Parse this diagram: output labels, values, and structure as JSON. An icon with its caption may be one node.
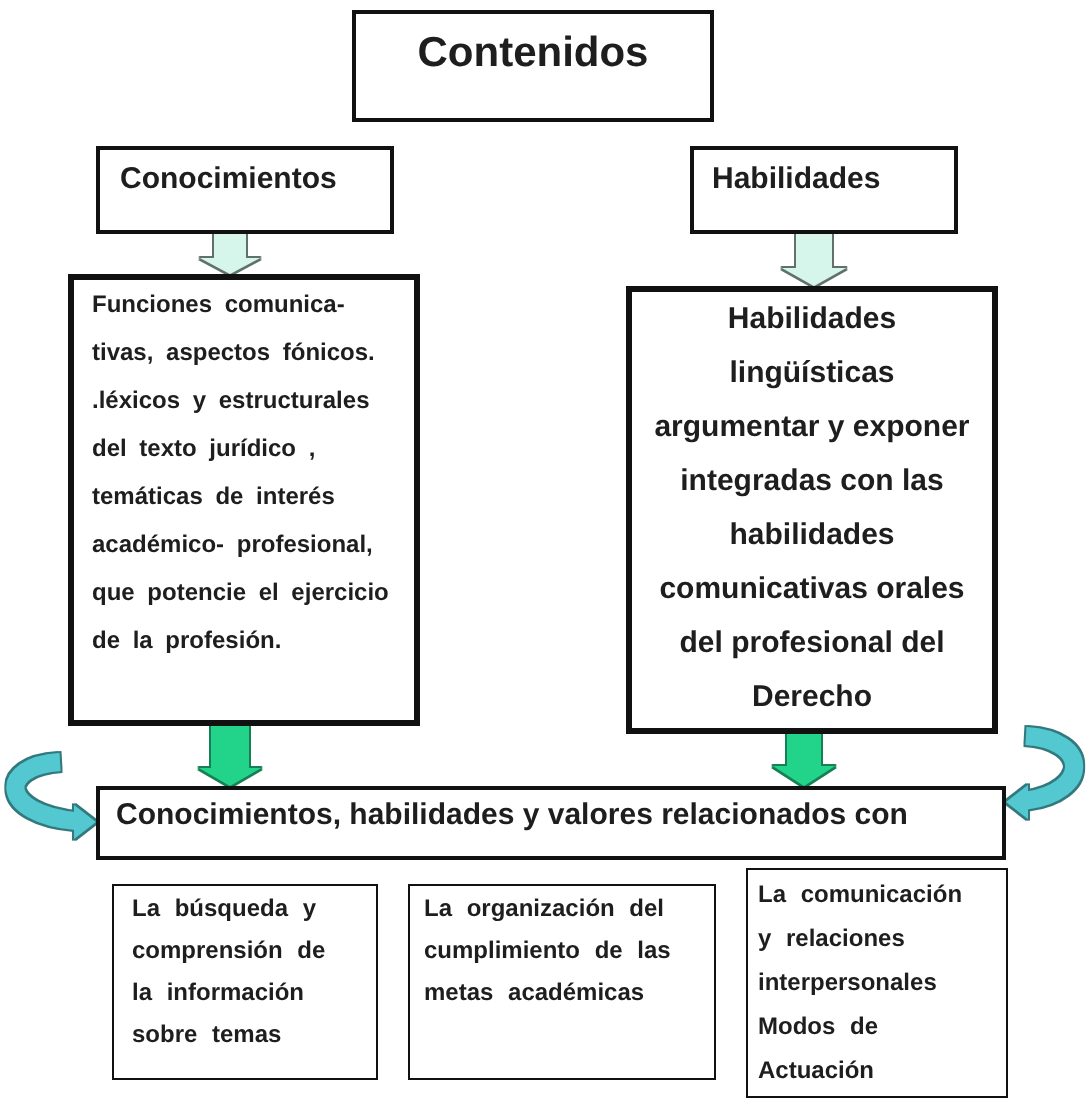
{
  "diagram": {
    "nodes": [
      {
        "text": [
          "Contenidos"
        ]
      },
      {
        "text": [
          "Conocimientos"
        ]
      },
      {
        "text": [
          "Habilidades"
        ]
      },
      {
        "text": [
          "Funciones comunica- tivas, aspectos fónicos. .léxicos y estructurales del texto jurídico , temáticas de interés académico- profesional, que potencie el ejercicio de la profesión."
        ]
      },
      {
        "text": [
          "Habilidades lingüísticas argumentar y exponer integradas con las habilidades comunicativas orales del profesional del Derecho"
        ]
      },
      {
        "text": [
          "Conocimientos, habilidades y valores relacionados con"
        ]
      },
      {
        "text": [
          "La búsqueda y comprensión de la información sobre temas"
        ]
      },
      {
        "text": [
          "La organización del cumplimiento de las metas académicas"
        ]
      },
      {
        "text": [
          "La comunicación y relaciones interpersonales Modos de Actuación"
        ]
      }
    ],
    "edges": [
      {
        "from": 1,
        "to": 3,
        "arrow": "to",
        "color": "#d6f6ec"
      },
      {
        "from": 2,
        "to": 4,
        "arrow": "to",
        "color": "#d6f6ec"
      },
      {
        "from": 3,
        "to": 5,
        "arrow": "to",
        "color": "#22d48a"
      },
      {
        "from": 4,
        "to": 5,
        "arrow": "to",
        "color": "#22d48a"
      },
      {
        "from": null,
        "to": 5,
        "arrow": "to",
        "color": "#52c8d1"
      },
      {
        "from": null,
        "to": 5,
        "arrow": "to",
        "color": "#52c8d1"
      }
    ]
  }
}
